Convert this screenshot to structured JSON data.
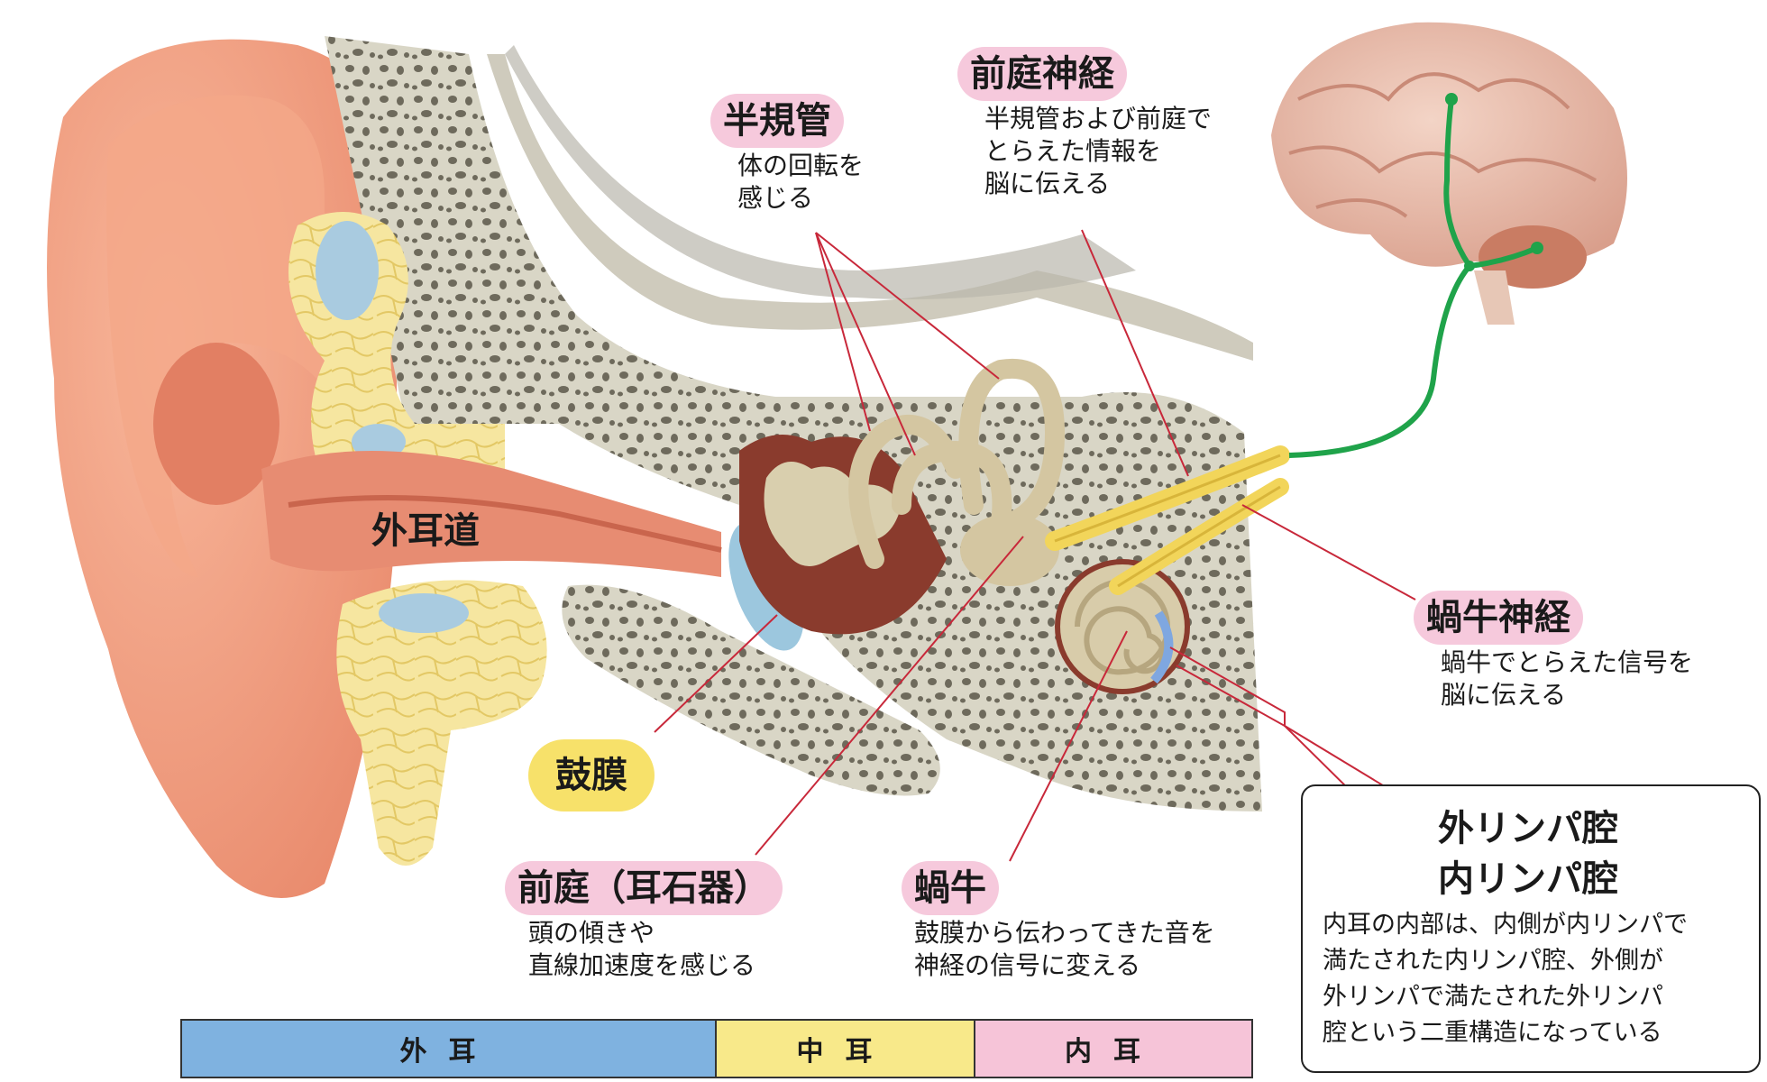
{
  "labels": {
    "semicircular": {
      "title": "半規管",
      "desc": [
        "体の回転を",
        "感じる"
      ]
    },
    "vestibular_nerve": {
      "title": "前庭神経",
      "desc": [
        "半規管および前庭で",
        "とらえた情報を",
        "脳に伝える"
      ]
    },
    "ear_canal": {
      "title": "外耳道"
    },
    "eardrum": {
      "title": "鼓膜"
    },
    "vestibule": {
      "title": "前庭（耳石器）",
      "desc": [
        "頭の傾きや",
        "直線加速度を感じる"
      ]
    },
    "cochlea": {
      "title": "蝸牛",
      "desc": [
        "鼓膜から伝わってきた音を",
        "神経の信号に変える"
      ]
    },
    "cochlear_nerve": {
      "title": "蝸牛神経",
      "desc": [
        "蝸牛でとらえた信号を",
        "脳に伝える"
      ]
    }
  },
  "lymph_box": {
    "title1": "外リンパ腔",
    "title2": "内リンパ腔",
    "body": [
      "内耳の内部は、内側が内リンパで",
      "満たされた内リンパ腔、外側が",
      "外リンパで満たされた外リンパ",
      "腔という二重構造になっている"
    ]
  },
  "section_bar": [
    {
      "label": "外耳",
      "color": "#7fb2e0"
    },
    {
      "label": "中耳",
      "color": "#f8e98a"
    },
    {
      "label": "内耳",
      "color": "#f6c4d8"
    }
  ],
  "colors": {
    "label_pill": "#f6c9dc",
    "eardrum_pill": "#f7e16a",
    "leader_line": "#c8283a",
    "nerve_path": "#1fa34a"
  }
}
